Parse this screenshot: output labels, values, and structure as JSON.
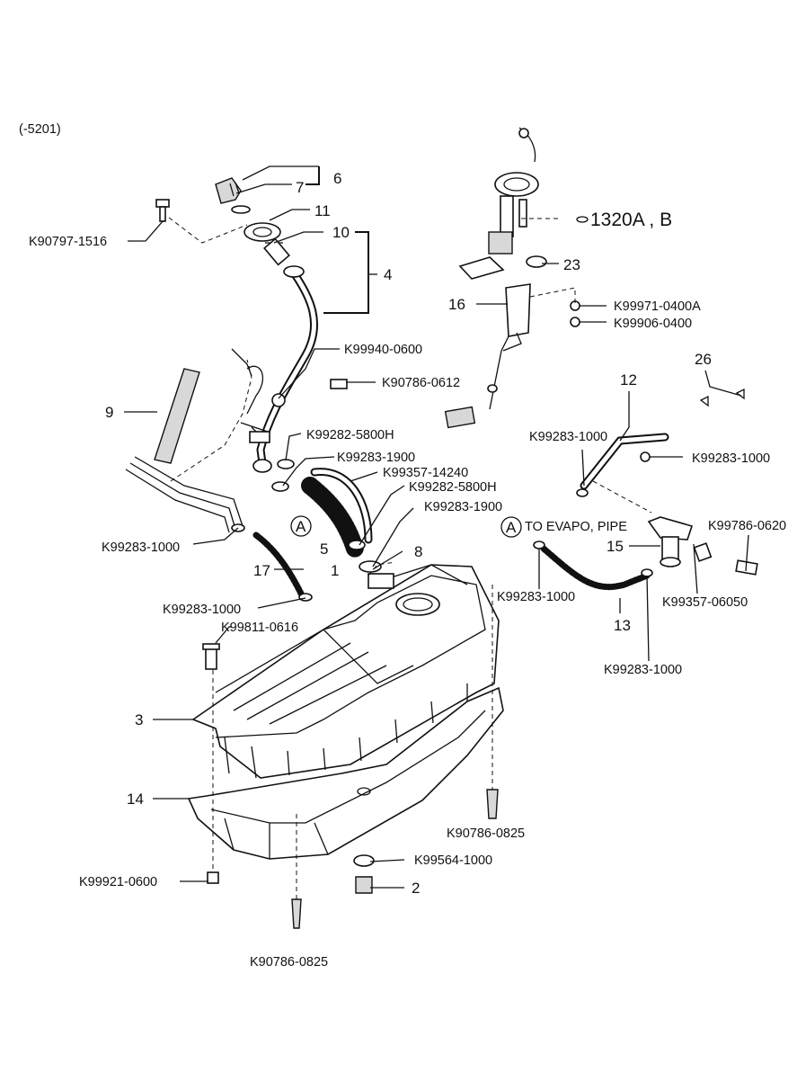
{
  "header": {
    "code": "(-5201)"
  },
  "labels": {
    "l_k90797_1516": "K90797-1516",
    "l_6": "6",
    "l_7": "7",
    "l_11": "11",
    "l_10": "10",
    "l_4": "4",
    "l_k99940_0600": "K99940-0600",
    "l_k90786_0612": "K90786-0612",
    "l_9": "9",
    "l_k99282_5800h_a": "K99282-5800H",
    "l_k99283_1900_a": "K99283-1900",
    "l_k99357_14240": "K99357-14240",
    "l_k99282_5800h_b": "K99282-5800H",
    "l_k99283_1900_b": "K99283-1900",
    "l_a1": "A",
    "l_5": "5",
    "l_8": "8",
    "l_k99283_1000_a": "K99283-1000",
    "l_17": "17",
    "l_1": "1",
    "l_k99283_1000_b": "K99283-1000",
    "l_k99811_0616": "K99811-0616",
    "l_3": "3",
    "l_14": "14",
    "l_k99921_0600": "K99921-0600",
    "l_k90786_0825_a": "K90786-0825",
    "l_k90786_0825_b": "K90786-0825",
    "l_k99564_1000": "K99564-1000",
    "l_2": "2",
    "l_1320ab": "1320A , B",
    "l_23": "23",
    "l_16": "16",
    "l_k99971_0400a": "K99971-0400A",
    "l_k99906_0400": "K99906-0400",
    "l_26": "26",
    "l_12": "12",
    "l_k99283_1000_c": "K99283-1000",
    "l_k99283_1000_d": "K99283-1000",
    "l_a2": "A",
    "l_to_evapo": "TO EVAPO, PIPE",
    "l_k99786_0620": "K99786-0620",
    "l_15": "15",
    "l_k99283_1000_e": "K99283-1000",
    "l_k99357_06050": "K99357-06050",
    "l_13": "13",
    "l_k99283_1000_f": "K99283-1000"
  }
}
